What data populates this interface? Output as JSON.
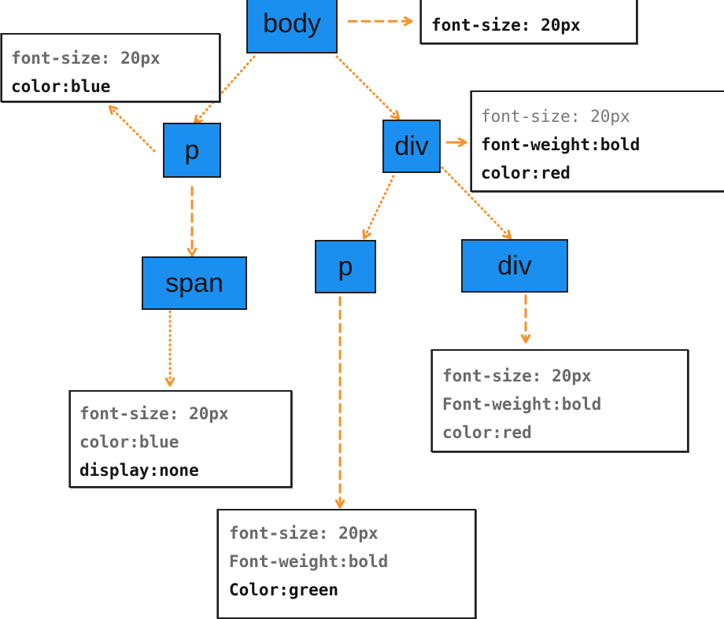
{
  "colors": {
    "node_fill": "#1a8ff0",
    "arrow": "#f5922a",
    "inherited_text": "#6a6a6a",
    "own_text": "#141414"
  },
  "nodes": {
    "body": "body",
    "p1": "p",
    "div1": "div",
    "span": "span",
    "p2": "p",
    "div2": "div"
  },
  "boxes": {
    "body": {
      "lines": [
        "font-size: 20px"
      ]
    },
    "p1": {
      "lines": [
        "font-size: 20px",
        "color:blue"
      ]
    },
    "div1": {
      "lines": [
        "font-size: 20px",
        "font-weight:bold",
        "color:red"
      ]
    },
    "span": {
      "lines": [
        "font-size: 20px",
        "color:blue",
        "display:none"
      ]
    },
    "div2": {
      "lines": [
        "font-size: 20px",
        "Font-weight:bold",
        "color:red"
      ]
    },
    "p2": {
      "lines": [
        "font-size: 20px",
        "Font-weight:bold",
        "Color:green"
      ]
    }
  }
}
